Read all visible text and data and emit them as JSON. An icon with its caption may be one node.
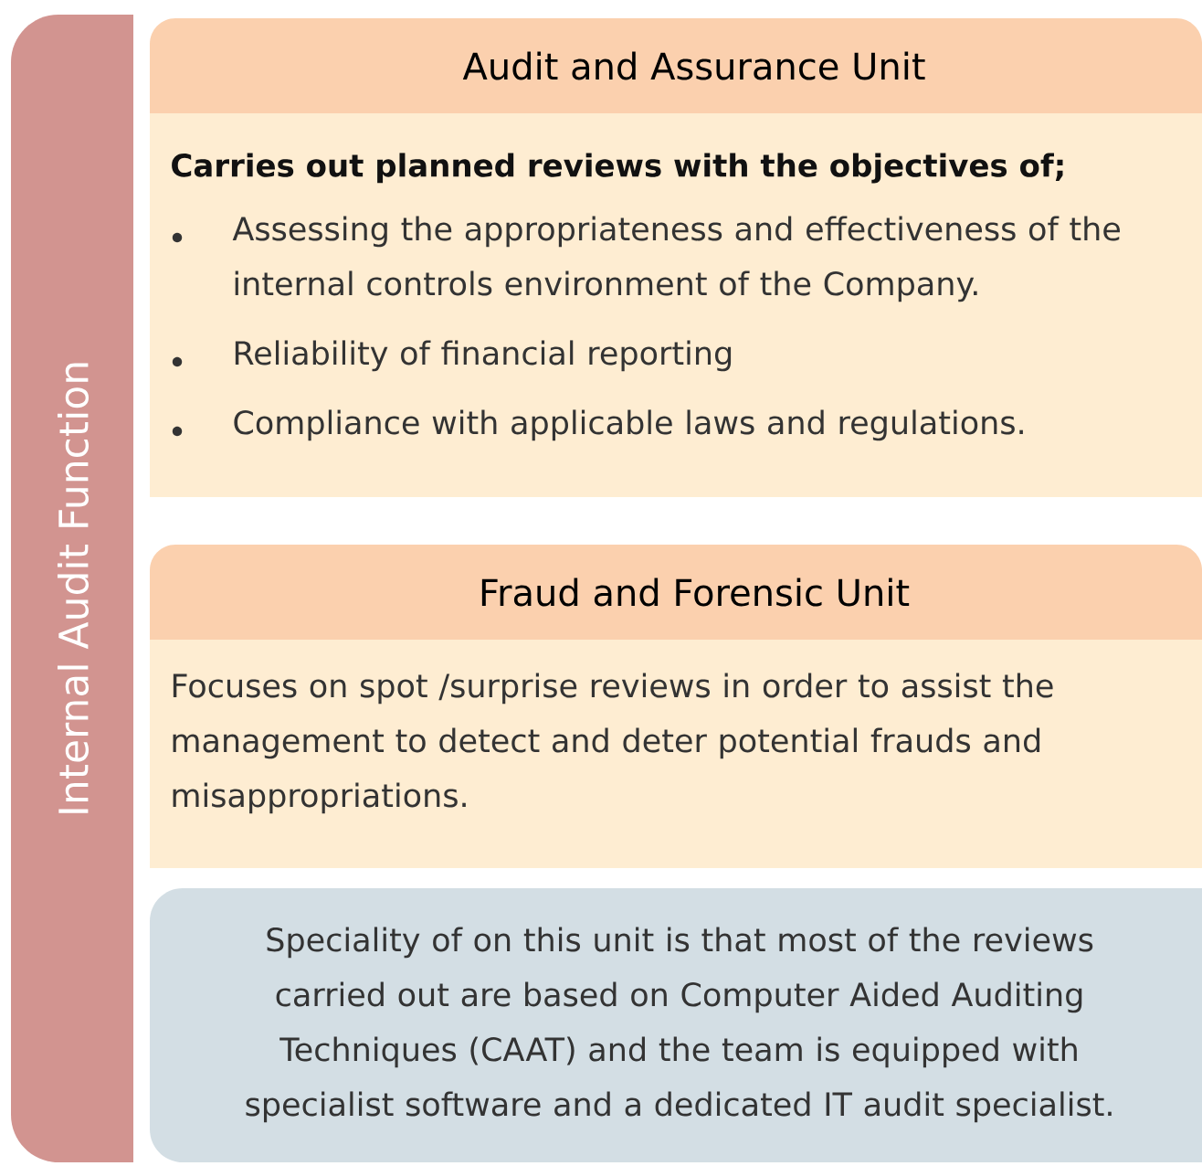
{
  "diagram": {
    "nodes": [
      {
        "text": [
          "Internal Audit Function"
        ]
      },
      {
        "text": [
          "Audit and Assurance Unit",
          "Carries out planned reviews with the objectives of;",
          "Assessing the appropriateness and effectiveness of the internal controls environment of the Company.",
          "Reliability of financial reporting",
          "Compliance with applicable laws and regulations."
        ]
      },
      {
        "text": [
          "Fraud and Forensic Unit",
          "Focuses on spot /surprise reviews in order to assist the management to detect and deter potential frauds and misappropriations."
        ]
      },
      {
        "text": [
          "Speciality of on this unit is that most of the reviews carried out are based on Computer Aided Auditing Techniques  (CAAT) and the team is equipped with specialist software and a dedicated IT audit specialist."
        ]
      }
    ]
  }
}
